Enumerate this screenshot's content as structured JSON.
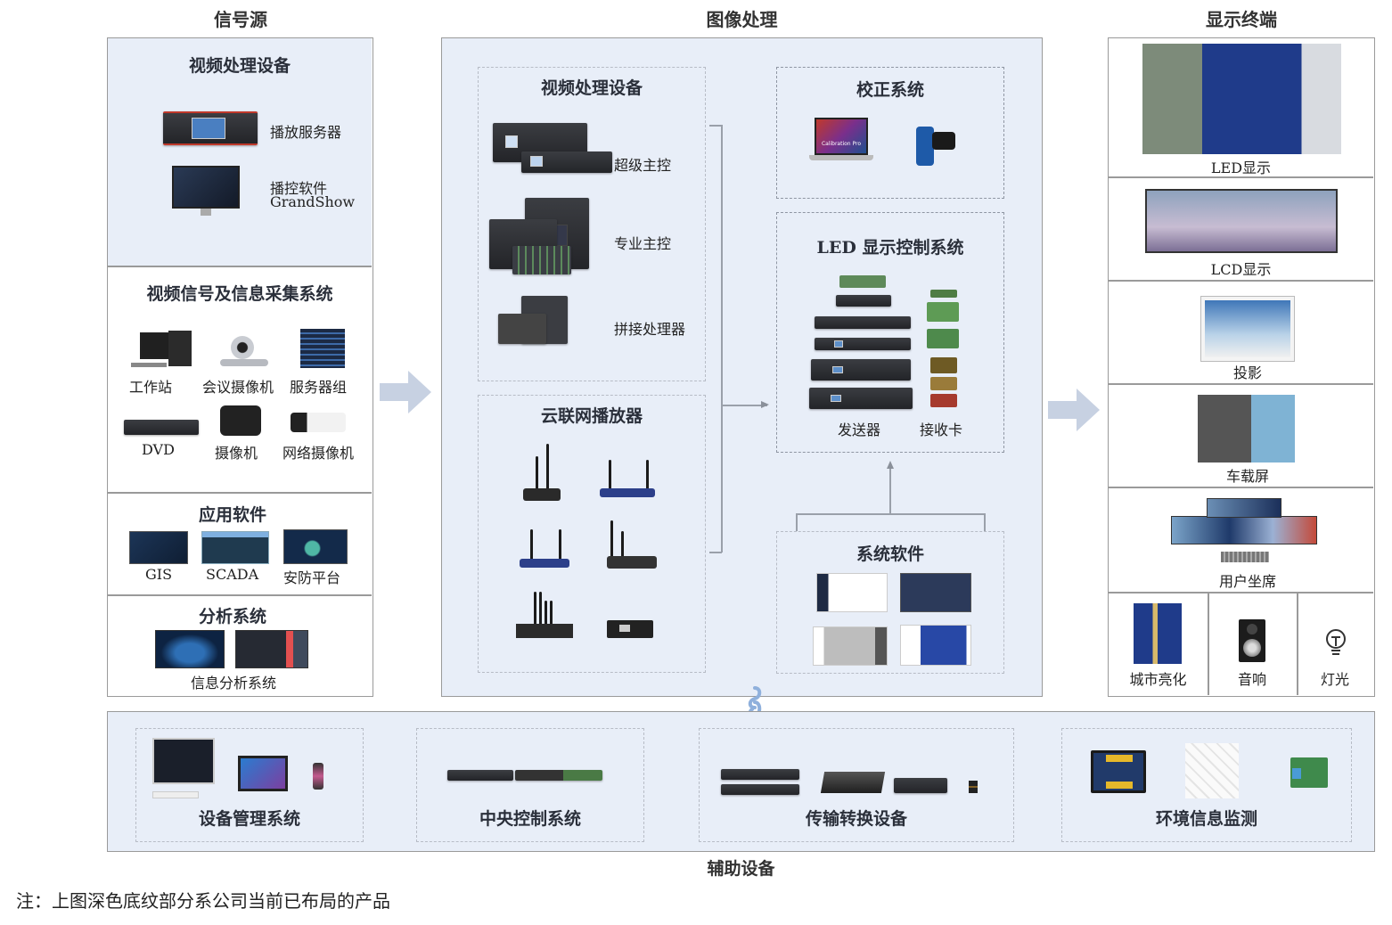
{
  "columns": {
    "source": "信号源",
    "processing": "图像处理",
    "display": "显示终端",
    "auxiliary": "辅助设备"
  },
  "source": {
    "video_processing": {
      "title": "视频处理设备",
      "items": [
        {
          "label": "播放服务器"
        },
        {
          "label_line1": "播控软件",
          "label_line2": "GrandShow"
        }
      ]
    },
    "capture": {
      "title": "视频信号及信息采集系统",
      "items": [
        "工作站",
        "会议摄像机",
        "服务器组",
        "DVD",
        "摄像机",
        "网络摄像机"
      ]
    },
    "apps": {
      "title": "应用软件",
      "items": [
        "GIS",
        "SCADA",
        "安防平台"
      ]
    },
    "analysis": {
      "title": "分析系统",
      "items": [
        "信息分析系统"
      ]
    }
  },
  "processing": {
    "video_processing": {
      "title": "视频处理设备",
      "items": [
        "超级主控",
        "专业主控",
        "拼接处理器"
      ]
    },
    "cloud_player": {
      "title": "云联网播放器"
    },
    "calibration": {
      "title": "校正系统",
      "laptop_text": "Calibration Pro"
    },
    "led_control": {
      "title": "LED 显示控制系统",
      "sender": "发送器",
      "receiver": "接收卡"
    },
    "system_software": {
      "title": "系统软件"
    }
  },
  "display": {
    "items": [
      "LED显示",
      "LCD显示",
      "投影",
      "车载屏",
      "用户坐席"
    ],
    "bottom_items": [
      "城市亮化",
      "音响",
      "灯光"
    ]
  },
  "auxiliary": {
    "items": [
      "设备管理系统",
      "中央控制系统",
      "传输转换设备",
      "环境信息监测"
    ]
  },
  "note": "注：上图深色底纹部分系公司当前已布局的产品",
  "colors": {
    "shaded_bg": "#e8eef8",
    "arrow": "#c7d1e2",
    "link_icon": "#8fb0dc",
    "border": "#9a9a9a"
  }
}
